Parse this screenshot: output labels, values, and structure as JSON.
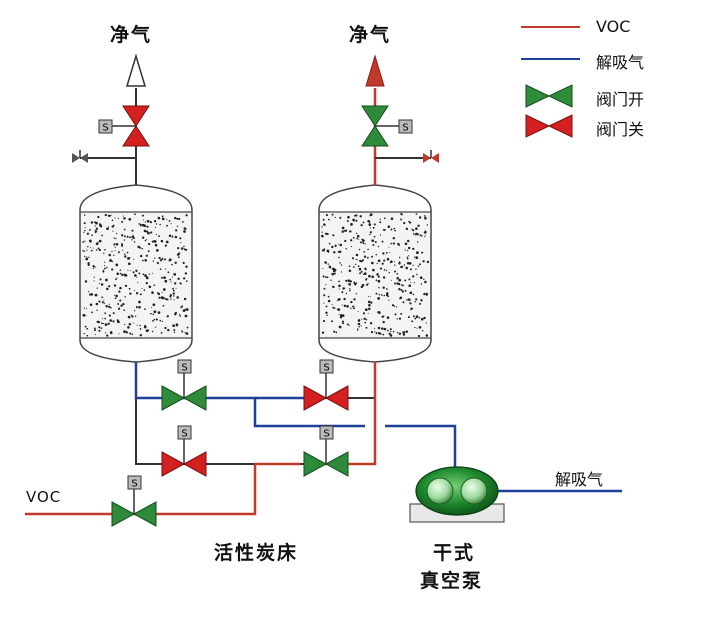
{
  "labels": {
    "clean_gas_left": "净气",
    "clean_gas_right": "净气",
    "voc_inlet": "VOC",
    "desorbed_gas_outlet": "解吸气",
    "carbon_bed": "活性炭床",
    "pump_line1": "干式",
    "pump_line2": "真空泵"
  },
  "legend": [
    {
      "label": "VOC",
      "kind": "line",
      "color": "#c0392b"
    },
    {
      "label": "解吸气",
      "kind": "line",
      "color": "#1f3f99"
    },
    {
      "label": "阀门开",
      "kind": "valve",
      "color": "#2e8b3a"
    },
    {
      "label": "阀门关",
      "kind": "valve",
      "color": "#d42020"
    }
  ],
  "solenoid_mark": "S",
  "colors": {
    "voc": "#c0392b",
    "desorb": "#1f3f99",
    "valve_open": "#2e8b3a",
    "valve_closed": "#d42020",
    "pipe": "#333333"
  }
}
